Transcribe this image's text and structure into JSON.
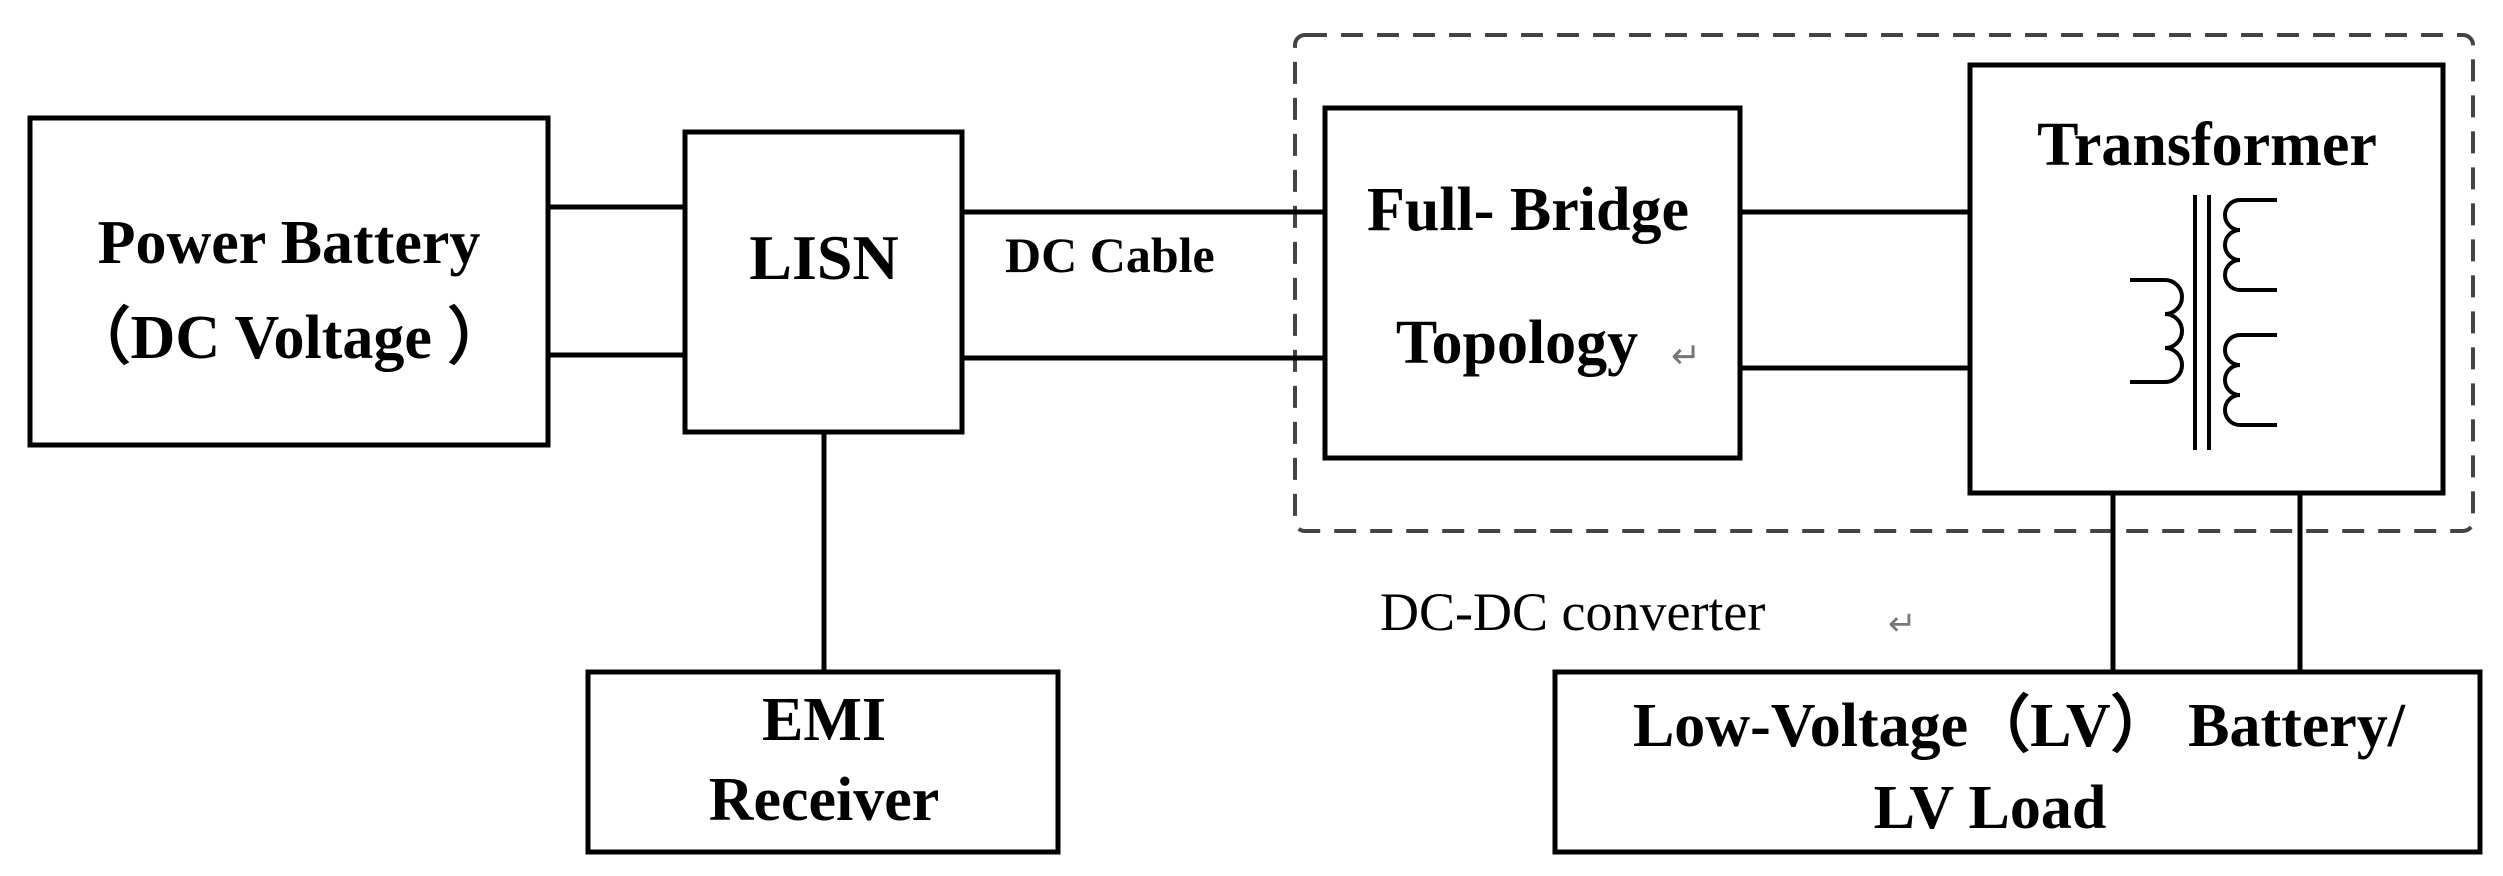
{
  "blocks": {
    "power_battery": {
      "line1": "Power Battery",
      "line2": "（DC Voltage ）"
    },
    "lisn": {
      "label": "LISN"
    },
    "emi_receiver": {
      "line1": "EMI",
      "line2": "Receiver"
    },
    "full_bridge": {
      "line1": "Full- Bridge",
      "line2": "Topology"
    },
    "transformer": {
      "label": "Transformer"
    },
    "lv_battery": {
      "line1": "Low-Voltage（LV） Battery/",
      "line2": "LV Load"
    }
  },
  "connections": {
    "dc_cable": {
      "label": "DC Cable"
    }
  },
  "groups": {
    "dc_dc_converter": {
      "label": "DC-DC converter"
    }
  },
  "marks": {
    "return_mark": "↵"
  }
}
